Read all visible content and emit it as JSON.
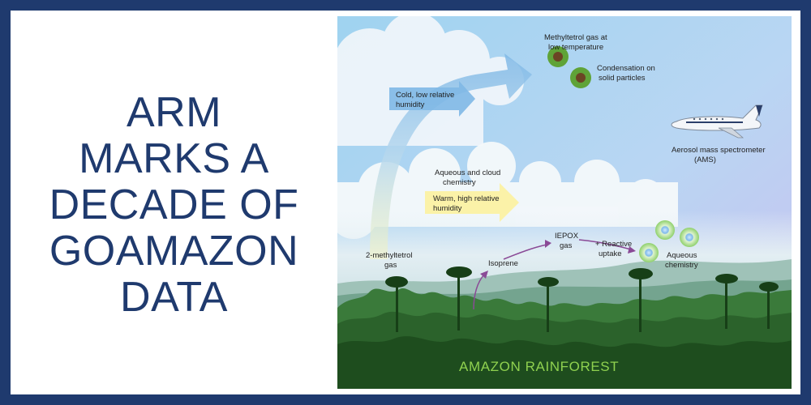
{
  "headline": {
    "lines": [
      "ARM",
      "MARKS A",
      "DECADE OF",
      "GOAMAZON",
      "DATA"
    ]
  },
  "diagram": {
    "labels": {
      "methyltetrol_gas_1": "Methyltetrol gas at",
      "methyltetrol_gas_2": "low temperature",
      "condensation_1": "Condensation on",
      "condensation_2": "solid particles",
      "cold_1": "Cold, low relative",
      "cold_2": "humidity",
      "ams_1": "Aerosol mass spectrometer",
      "ams_2": "(AMS)",
      "aqueous_cloud_1": "Aqueous and cloud",
      "aqueous_cloud_2": "chemistry",
      "warm_1": "Warm, high relative",
      "warm_2": "humidity",
      "iepox_1": "IEPOX",
      "iepox_2": "gas",
      "reactive_1": "+ Reactive",
      "reactive_2": "uptake",
      "methyltetrol_left_1": "2-methyltetrol",
      "methyltetrol_left_2": "gas",
      "isoprene": "Isoprene",
      "aqueous_chem_1": "Aqueous",
      "aqueous_chem_2": "chemistry",
      "forest": "AMAZON RAINFOREST"
    },
    "colors": {
      "frame": "#1f3a6e",
      "title": "#1f3a6e",
      "sky_top": "#a9d8f2",
      "sky_bottom": "#c9c4ef",
      "cold_arrow": "#7fb8e6",
      "warm_arrow": "#fbf2a8",
      "purple_arrow": "#8a4a96",
      "particle_green": "#5fa338",
      "particle_core": "#6b4424",
      "droplet_green": "#9bd87a",
      "droplet_core": "#7fb9ea",
      "forest_dark": "#1e4d1e",
      "forest_label": "#8fd14f"
    }
  }
}
